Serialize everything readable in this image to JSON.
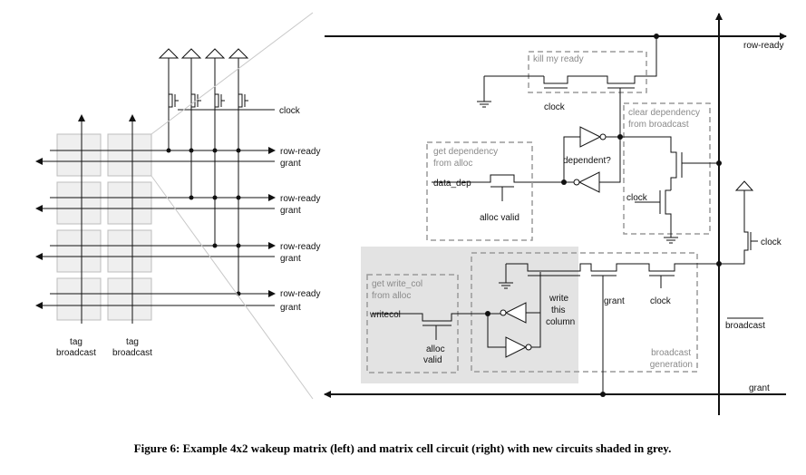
{
  "left": {
    "rows": [
      {
        "ready": "row-ready",
        "grant": "grant"
      },
      {
        "ready": "row-ready",
        "grant": "grant"
      },
      {
        "ready": "row-ready",
        "grant": "grant"
      },
      {
        "ready": "row-ready",
        "grant": "grant"
      }
    ],
    "clock": "clock",
    "columns": [
      {
        "line1": "tag",
        "line2": "broadcast"
      },
      {
        "line1": "tag",
        "line2": "broadcast"
      }
    ]
  },
  "right": {
    "row_ready": "row-ready",
    "grant": "grant",
    "broadcast_bar": "broadcast",
    "clock_kill": "clock",
    "clock_clear": "clock",
    "clock_right": "clock",
    "clock_gen": "clock",
    "grant_gen": "grant",
    "kill_box": "kill my ready",
    "clear_box": {
      "line1": "clear dependency",
      "line2": "from broadcast"
    },
    "dep_box": {
      "line1": "get dependency",
      "line2": "from alloc"
    },
    "data_dep": "data_dep",
    "alloc_valid_dep": "alloc valid",
    "dependent": "dependent?",
    "writecol_box": {
      "line1": "get write_col",
      "line2": "from alloc"
    },
    "writecol": "writecol",
    "alloc_valid_wc": {
      "line1": "alloc",
      "line2": "valid"
    },
    "write_col": {
      "line1": "write",
      "line2": "this",
      "line3": "column"
    },
    "gen_box": {
      "line1": "broadcast",
      "line2": "generation"
    }
  },
  "caption": "Figure 6: Example 4x2 wakeup matrix (left) and matrix cell circuit (right) with new circuits shaded in grey."
}
